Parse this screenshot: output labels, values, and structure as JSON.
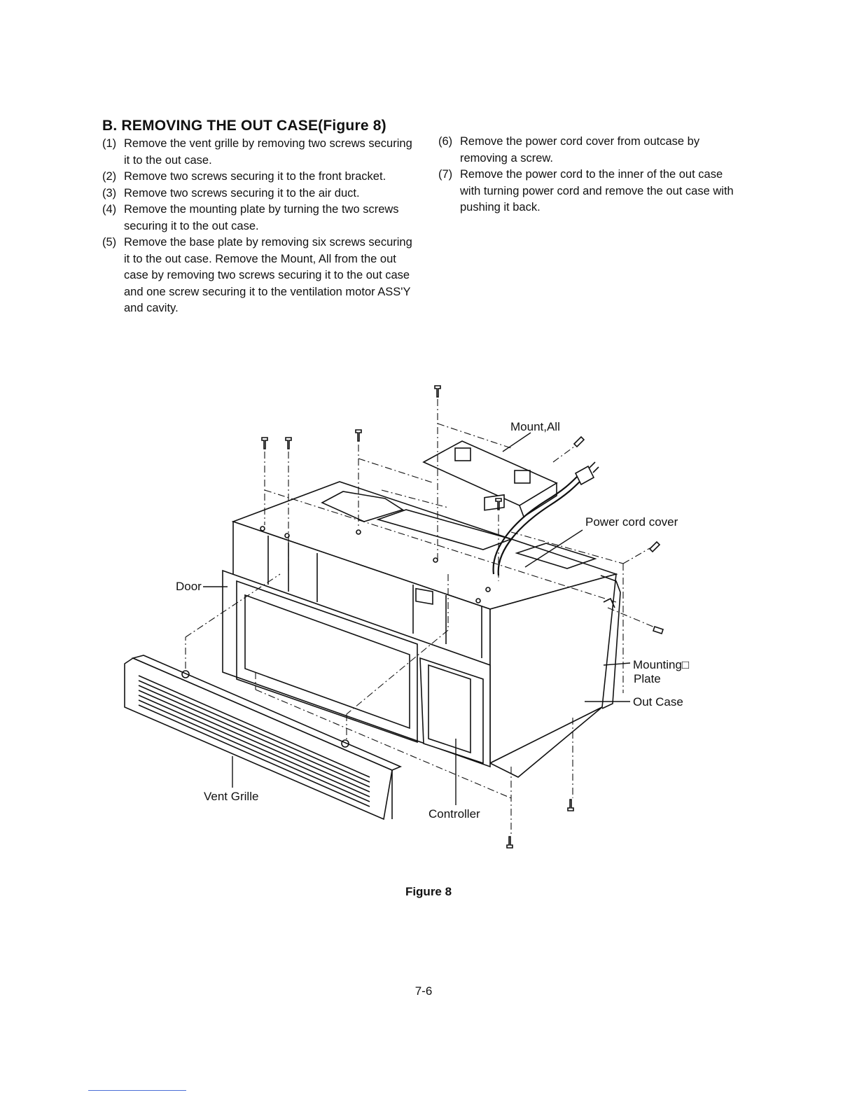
{
  "heading": "B.  REMOVING THE OUT CASE(Figure 8)",
  "steps_left": [
    {
      "num": "(1)",
      "text": "Remove the vent grille by removing two screws securing it to the out case."
    },
    {
      "num": "(2)",
      "text": "Remove two screws securing it to the front bracket."
    },
    {
      "num": "(3)",
      "text": "Remove two screws securing it to the air duct."
    },
    {
      "num": "(4)",
      "text": "Remove the mounting plate by turning the two screws securing it to the out case."
    },
    {
      "num": "(5)",
      "text": "Remove the base plate by removing six screws securing it to the out case. Remove the Mount, All from the out case by removing two screws securing it to the out case and one screw securing it to the ventilation motor ASS'Y and cavity."
    }
  ],
  "steps_right": [
    {
      "num": "(6)",
      "text": "Remove the power cord cover from outcase by removing a screw."
    },
    {
      "num": "(7)",
      "text": "Remove the power cord to the inner of the out case with turning power cord and remove the out case with pushing it back."
    }
  ],
  "figure_labels": {
    "mount_all": "Mount,All",
    "power_cord_cover": "Power cord cover",
    "door": "Door",
    "mounting_plate_line1": "Mounting□",
    "mounting_plate_line2": "Plate",
    "out_case": "Out Case",
    "vent_grille": "Vent Grille",
    "controller": "Controller"
  },
  "caption": "Figure 8",
  "page_number": "7-6"
}
